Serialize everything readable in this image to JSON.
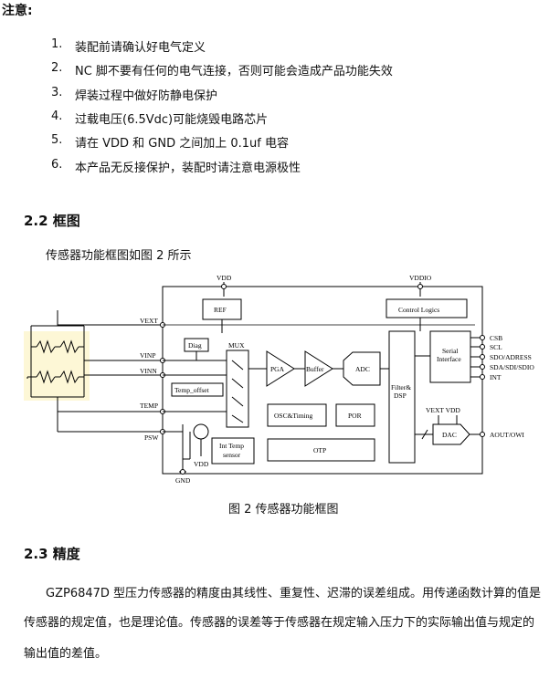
{
  "notice": {
    "title": "注意:",
    "items": [
      {
        "num": "1.",
        "text": "装配前请确认好电气定义"
      },
      {
        "num": "2.",
        "text": "NC 脚不要有任何的电气连接，否则可能会造成产品功能失效"
      },
      {
        "num": "3.",
        "text": "焊装过程中做好防静电保护"
      },
      {
        "num": "4.",
        "text": "过载电压(6.5Vdc)可能烧毁电路芯片"
      },
      {
        "num": "5.",
        "text": "请在 VDD 和 GND 之间加上 0.1uf 电容"
      },
      {
        "num": "6.",
        "text": "本产品无反接保护，装配时请注意电源极性"
      }
    ]
  },
  "section_block": {
    "heading": "2.2 框图",
    "intro": "传感器功能框图如图 2 所示",
    "caption": "图 2 传感器功能框图"
  },
  "diagram": {
    "top_labels": {
      "vdd": "VDD",
      "vddio": "VDDIO"
    },
    "left_pins": [
      "VEXT",
      "VINP",
      "VINN",
      "TEMP",
      "PSW"
    ],
    "gnd": "GND",
    "vdd_bottom": "VDD",
    "blocks": {
      "ref": "REF",
      "diag": "Diag",
      "mux": "MUX",
      "temp_offset": "Temp_offset",
      "pga": "PGA",
      "buffer": "Buffer",
      "adc": "ADC",
      "osc": "OSC&Timing",
      "por": "POR",
      "int_temp_1": "Int Temp",
      "int_temp_2": "sensor",
      "otp": "OTP",
      "control": "Control Logics",
      "filter_1": "Filter&",
      "filter_2": "DSP",
      "serial_1": "Serial",
      "serial_2": "Interface",
      "dac": "DAC",
      "vext_vdd": "VEXT   VDD"
    },
    "right_pins": [
      "CSB",
      "SCL",
      "SDO/ADRESS",
      "SDA/SDI/SDIO",
      "INT"
    ],
    "aout": "AOUT/OWI",
    "bridge_color": "#fdf7d6"
  },
  "accuracy": {
    "heading": "2.3 精度",
    "lines": [
      "GZP6847D 型压力传感器的精度由其线性、重复性、迟滞的误差组成。用传递函数计算的值是",
      "传感器的规定值，也是理论值。传感器的误差等于传感器在规定输入压力下的实际输出值与规定的",
      "输出值的差值。"
    ]
  }
}
